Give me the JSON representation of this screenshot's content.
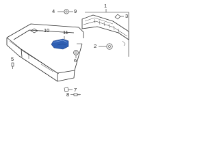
{
  "diagram": {
    "colors": {
      "line": "#2b2b2b",
      "highlight": "#2f5fb3",
      "highlight_edge": "#1d3f82",
      "bg": "#ffffff"
    },
    "callouts": [
      "1",
      "2",
      "3",
      "4",
      "5",
      "6",
      "7",
      "8",
      "9",
      "10",
      "11"
    ],
    "highlighted_part": "11"
  }
}
